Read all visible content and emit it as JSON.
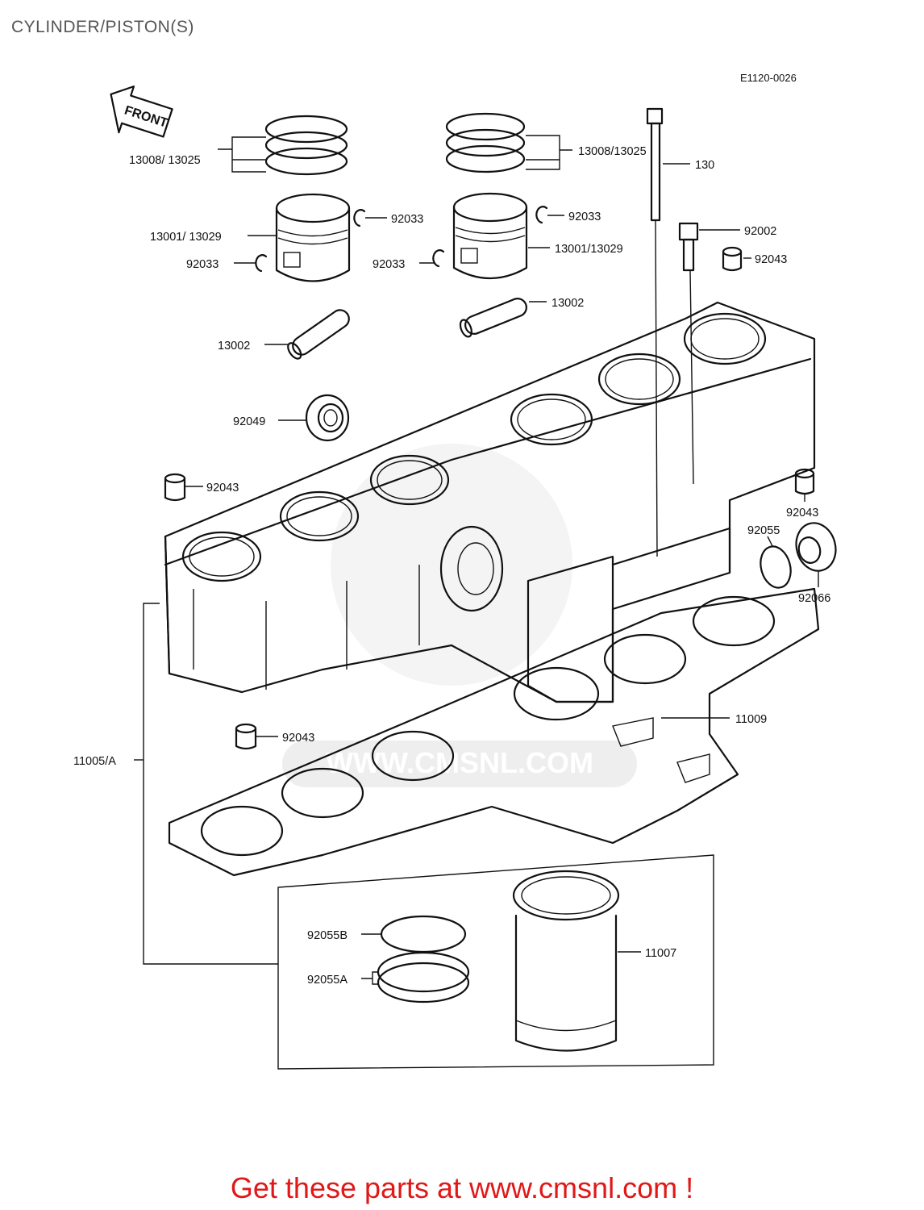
{
  "title": "CYLINDER/PISTON(S)",
  "diagram_code": "E1120-0026",
  "front_label": "FRONT",
  "callouts": [
    {
      "id": "rings-left",
      "text": "13008/ 13025"
    },
    {
      "id": "rings-right",
      "text": "13008/13025"
    },
    {
      "id": "bolt-long",
      "text": "130"
    },
    {
      "id": "circlip-left-top",
      "text": "92033"
    },
    {
      "id": "circlip-right-top",
      "text": "92033"
    },
    {
      "id": "piston-left",
      "text": "13001/ 13029"
    },
    {
      "id": "circlip-left-bottom",
      "text": "92033"
    },
    {
      "id": "circlip-right-bottom",
      "text": "92033"
    },
    {
      "id": "piston-right",
      "text": "13001/13029"
    },
    {
      "id": "bolt-short",
      "text": "92002"
    },
    {
      "id": "dowel-top-right",
      "text": "92043"
    },
    {
      "id": "pin-right",
      "text": "13002"
    },
    {
      "id": "pin-left",
      "text": "13002"
    },
    {
      "id": "oil-seal",
      "text": "92049"
    },
    {
      "id": "dowel-left",
      "text": "92043"
    },
    {
      "id": "dowel-right",
      "text": "92043"
    },
    {
      "id": "o-ring",
      "text": "92055"
    },
    {
      "id": "fitting",
      "text": "92066"
    },
    {
      "id": "head-gasket",
      "text": "11009"
    },
    {
      "id": "dowel-bottom",
      "text": "92043"
    },
    {
      "id": "cylinder",
      "text": "11005/A"
    },
    {
      "id": "ring-b",
      "text": "92055B"
    },
    {
      "id": "ring-a",
      "text": "92055A"
    },
    {
      "id": "liner",
      "text": "11007"
    }
  ],
  "watermark": "WWW.CMSNL.COM",
  "promo_text": "Get these parts at www.cmsnl.com !"
}
